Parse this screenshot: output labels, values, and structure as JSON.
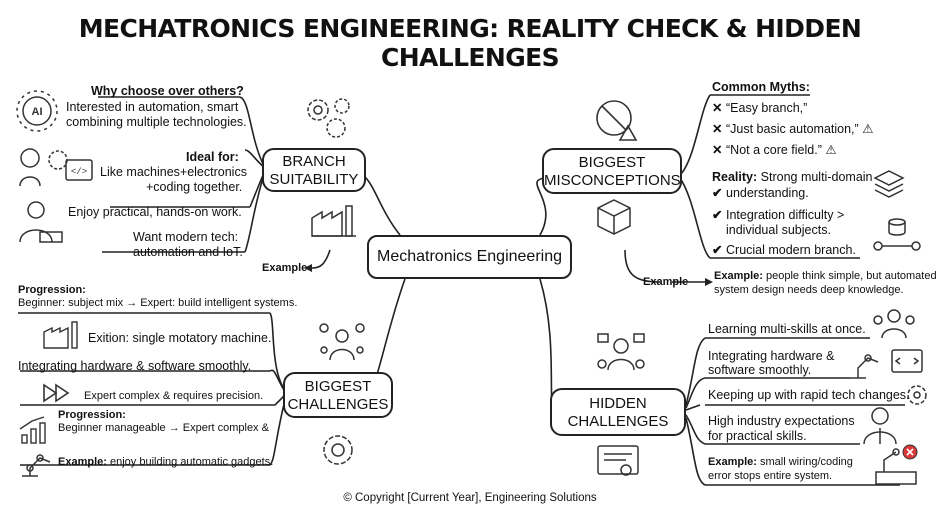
{
  "title": "MECHATRONICS ENGINEERING: REALITY CHECK & HIDDEN CHALLENGES",
  "center": "Mechatronics Engineering",
  "branch": {
    "label_1": "BRANCH",
    "label_2": "SUITABILITY",
    "why_title": "Why choose over others?",
    "why_1": "Interested in automation, smart",
    "why_2": "combining multiple technologies.",
    "ideal_title": "Ideal for:",
    "ideal_1": "Like machines+electronics",
    "ideal_2": "+coding together.",
    "practical": "Enjoy practical, hands-on work.",
    "modern_1": "Want modern tech:",
    "modern_2": "automation and IoT.",
    "example": "Example"
  },
  "misconceptions": {
    "label_1": "BIGGEST",
    "label_2": "MISCONCEPTIONS",
    "myths_title": "Common Myths:",
    "myth_1": "“Easy branch,”",
    "myth_2": "“Just basic automation,”",
    "myth_3": "“Not a core field.”",
    "reality_title": "Reality:",
    "reality_1a": "Strong multi-domain",
    "reality_1b": "understanding.",
    "reality_2a": "Integration difficulty >",
    "reality_2b": "individual subjects.",
    "reality_3": "Crucial modern branch.",
    "example_label": "Example",
    "example_title": "Example:",
    "example_1": "people think simple, but automated",
    "example_2": "system design needs deep knowledge."
  },
  "challenges": {
    "label_1": "BIGGEST",
    "label_2": "CHALLENGES",
    "prog_title": "Progression:",
    "prog_text": "Beginner: subject mix → Expert: build intelligent systems.",
    "exition": "Exition: single motatory machine.",
    "integrating": "Integrating hardware & software smoothly.",
    "expert": "Expert complex & requires precision.",
    "prog2_title": "Progression:",
    "prog2_text": "Beginner manageable → Expert complex &",
    "example_title": "Example:",
    "example_text": "enjoy building automatic gadgets."
  },
  "hidden": {
    "label_1": "HIDDEN",
    "label_2": "CHALLENGES",
    "item_1": "Learning multi-skills at once.",
    "item_2a": "Integrating hardware &",
    "item_2b": "software smoothly.",
    "item_3": "Keeping up with rapid tech changes.",
    "item_4a": "High industry expectations",
    "item_4b": "for practical skills.",
    "example_title": "Example:",
    "example_1": "small wiring/coding",
    "example_2": "error stops entire system."
  },
  "icons": {
    "ai_icon": "AI",
    "code_icon": "</>"
  },
  "copyright": "© Copyright [Current Year], Engineering Solutions"
}
